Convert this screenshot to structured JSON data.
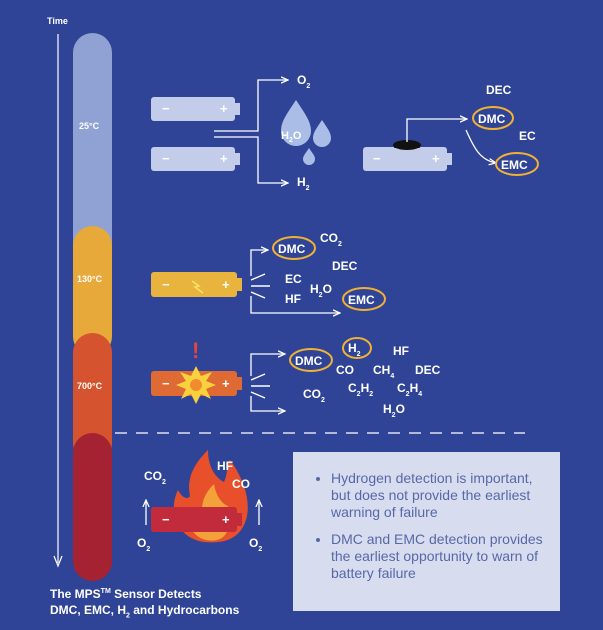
{
  "axis": {
    "time_label": "Time"
  },
  "temperatures": {
    "t1": "25°C",
    "t2": "130°C",
    "t3": "700°C"
  },
  "gases": {
    "o2": "O",
    "o2_sub": "2",
    "h2o": "H",
    "h2o_sub": "2",
    "h2o_o": "O",
    "h2": "H",
    "h2_sub": "2",
    "dec": "DEC",
    "dmc": "DMC",
    "ec": "EC",
    "emc": "EMC",
    "co2": "CO",
    "co2_sub": "2",
    "hf": "HF",
    "co": "CO",
    "ch4": "CH",
    "ch4_sub": "4",
    "c2h2_a": "C",
    "c2h2_b": "H",
    "c2h_sub": "2",
    "c2h4_a": "C",
    "c2h4_b": "H",
    "c2h4_sub1": "2",
    "c2h4_sub2": "4"
  },
  "battery": {
    "minus": "−",
    "plus": "+"
  },
  "alert": "!",
  "info": {
    "bullet1": "Hydrogen detection is important, but does not provide the earliest warning of failure",
    "bullet2": "DMC and EMC detection provides the earliest opportunity to warn of battery failure"
  },
  "footer": {
    "line1_a": "The MPS",
    "line1_tm": "TM",
    "line1_b": " Sensor Detects",
    "line2_a": "DMC, EMC, H",
    "line2_sub": "2",
    "line2_b": " and Hydrocarbons"
  },
  "colors": {
    "background": "#2f4497",
    "stage1": "#8fa2d3",
    "stage2": "#e6a93a",
    "stage3": "#d5542f",
    "stage4": "#a52232",
    "oval": "#f2b134",
    "info_bg": "#d7ddef",
    "info_text": "#5768a8"
  }
}
